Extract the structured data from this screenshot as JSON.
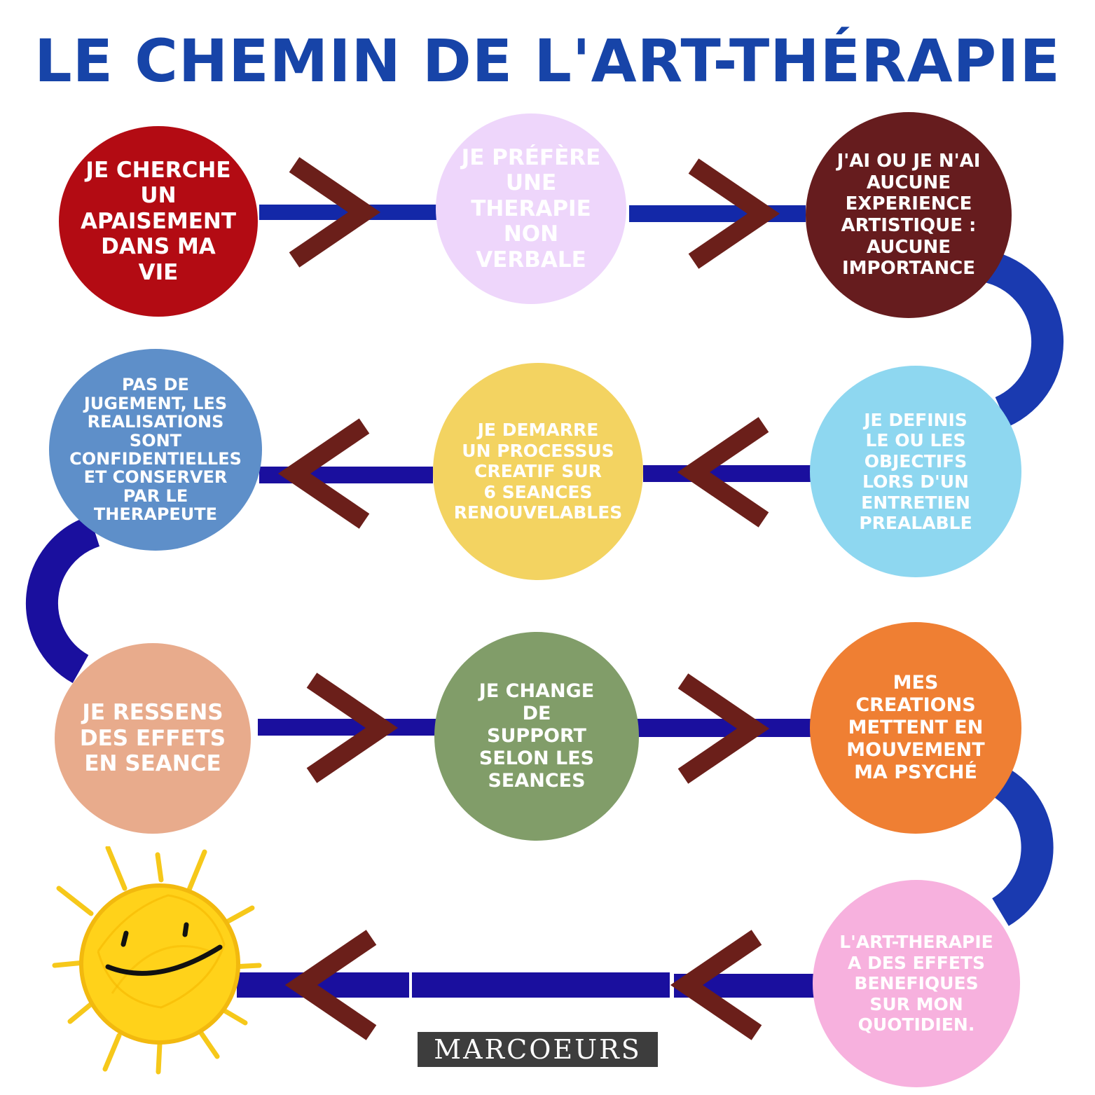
{
  "title": "LE CHEMIN DE L'ART-THÉRAPIE",
  "brand": "MARCOEURS",
  "colors": {
    "title": "#1744a8",
    "path_blue": "#1328a8",
    "path_dark_blue": "#1a0f9e",
    "chevron": "#6b1f1a",
    "brand_bg": "#3d3d3d",
    "sun_fill": "#ffd21a",
    "sun_stroke": "#f2b90e"
  },
  "steps": [
    {
      "id": 1,
      "text": "JE CHERCHE\nUN\nAPAISEMENT\nDANS MA\nVIE",
      "color": "#b30b13"
    },
    {
      "id": 2,
      "text": "JE PRÉFÈRE\nUNE\nTHERAPIE\nNON\nVERBALE",
      "color": "#eed6fb"
    },
    {
      "id": 3,
      "text": "J'AI OU JE N'AI\nAUCUNE\nEXPERIENCE\nARTISTIQUE :\nAUCUNE\nIMPORTANCE",
      "color": "#661c1e"
    },
    {
      "id": 4,
      "text": "JE DEFINIS\nLE OU LES\nOBJECTIFS\nLORS D'UN\nENTRETIEN\nPREALABLE",
      "color": "#8ed7f0"
    },
    {
      "id": 5,
      "text": "JE DEMARRE\nUN PROCESSUS\nCREATIF SUR\n6 SEANCES\nRENOUVELABLES",
      "color": "#f3d361"
    },
    {
      "id": 6,
      "text": "PAS DE\nJUGEMENT, LES\nREALISATIONS\nSONT\nCONFIDENTIELLES\nET CONSERVER\nPAR LE\nTHERAPEUTE",
      "color": "#5e8fc9"
    },
    {
      "id": 7,
      "text": "JE RESSENS\nDES EFFETS\nEN SEANCE",
      "color": "#e8ab8c"
    },
    {
      "id": 8,
      "text": "JE CHANGE\nDE\nSUPPORT\nSELON LES\nSEANCES",
      "color": "#819d69"
    },
    {
      "id": 9,
      "text": "MES\nCREATIONS\nMETTENT EN\nMOUVEMENT\nMA PSYCHÉ",
      "color": "#ef7f33"
    },
    {
      "id": 10,
      "text": "L'ART-THERAPIE\nA DES EFFETS\nBENEFIQUES\nSUR MON\nQUOTIDIEN.",
      "color": "#f7b1de"
    }
  ],
  "icons": [
    "right-chevron-icon",
    "left-chevron-icon",
    "smiling-sun-icon"
  ]
}
